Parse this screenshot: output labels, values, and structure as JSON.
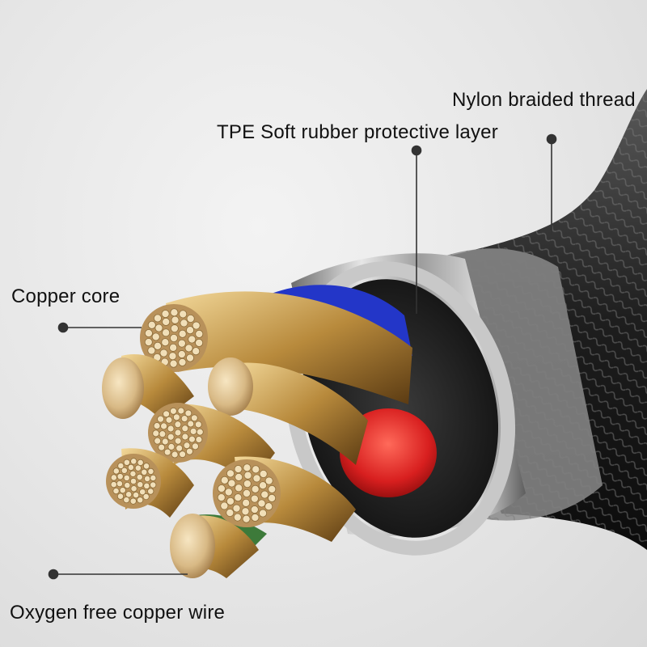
{
  "callouts": {
    "nylon": "Nylon braided thread",
    "tpe": "TPE Soft rubber protective layer",
    "copper_core": "Copper core",
    "oxygen_free": "Oxygen free copper wire"
  },
  "colors": {
    "background": "#e6e6e6",
    "braid": "#2a2a2a",
    "metal_ring": "#b9b9b9",
    "copper": "#c9a76a",
    "red_wire": "#d81f1f",
    "blue_wire": "#2336c8",
    "leader_line": "#333333"
  }
}
